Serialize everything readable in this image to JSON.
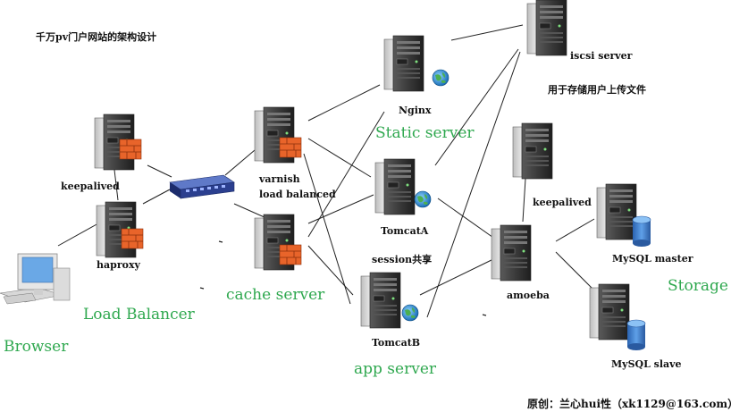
{
  "title": "千万pv门户网站的架构设计",
  "iscsi_note": "用于存储用户上传文件",
  "credit": "原创：兰心hui性（xk1129@163.com）",
  "groups": {
    "load_balancer": "Load Balancer",
    "cache_server": "cache server",
    "static_server": "Static server",
    "app_server": "app server",
    "storage": "Storage",
    "browser": "Browser"
  },
  "nodes": {
    "keepalived_left": "keepalived",
    "haproxy": "haproxy",
    "varnish": "varnish",
    "load_balanced": "load balanced",
    "nginx": "Nginx",
    "iscsi": "iscsi server",
    "tomcat_a": "TomcatA",
    "session": "session共享",
    "tomcat_b": "TomcatB",
    "keepalived_right": "keepalived",
    "amoeba": "amoeba",
    "mysql_master": "MySQL master",
    "mysql_slave": "MySQL slave"
  },
  "colors": {
    "group_label": "#2fa84f",
    "server_body": "#3a3a3a",
    "firewall": "#e8642a",
    "globe": "#2c8fd6",
    "switch": "#2b3f8f",
    "database": "#3d7fd1"
  }
}
